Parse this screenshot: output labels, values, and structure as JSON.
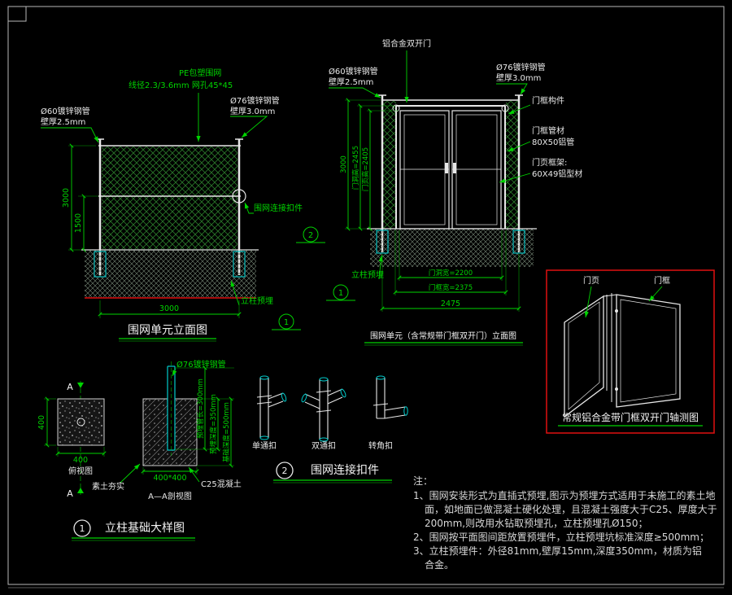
{
  "colors": {
    "background": "#000000",
    "annotation_green": "#00d400",
    "geometry_white": "#e8e8e8",
    "embed_cyan": "#00cccc",
    "accent_red": "#e01010",
    "mesh_green": "#2a7a2a"
  },
  "view_fence": {
    "title": "围网单元立面图",
    "label_pe_mesh": "PE包塑围网",
    "label_wire": "线径2.3/3.6mm  网孔45*45",
    "label_post60_l1": "Ø60镀锌钢管",
    "label_post60_l2": "壁厚2.5mm",
    "label_post76_l1": "Ø76镀锌钢管",
    "label_post76_l2": "壁厚3.0mm",
    "label_clamp": "围网连接扣件",
    "label_embed": "立柱预埋",
    "dim_height": "3000",
    "dim_mid": "1500",
    "dim_width": "3000",
    "callout_clamp": "2",
    "callout_embed": "1"
  },
  "view_door_fence": {
    "title": "围网单元（含常规带门框双开门）立面图",
    "label_door": "铝合金双开门",
    "label_post60_l1": "Ø60镀锌钢管",
    "label_post60_l2": "壁厚2.5mm",
    "label_post76_l1": "Ø76镀锌钢管",
    "label_post76_l2": "壁厚3.0mm",
    "label_frame_part": "门框构件",
    "label_frame_mat1": "门框管材",
    "label_frame_mat2": "80X50铝管",
    "label_leaf_frame1": "门页框架:",
    "label_leaf_frame2": "60X49铝型材",
    "label_embed": "立柱预埋",
    "dim_total_h": "3000",
    "dim_door_h": "门洞高=2455",
    "dim_leaf_h": "门页高=2405",
    "dim_door_w": "门洞宽=2200",
    "dim_frame_w": "门框宽=2375",
    "dim_total_w": "2475",
    "callout_embed": "1"
  },
  "view_axon": {
    "title": "常规铝合金带门框双开门轴测图",
    "label_leaf": "门页",
    "label_frame": "门框"
  },
  "view_foundation": {
    "title": "立柱基础大样图",
    "callout": "1",
    "label_pipe": "Ø76镀锌钢管",
    "plan_label": "俯视图",
    "section_label": "A—A剖视图",
    "dim_400_left": "400",
    "dim_400_bottom": "400",
    "dim_base": "400*400",
    "label_concrete": "C25混凝土",
    "label_soil": "素土夯实",
    "dim_pipe_len": "预埋管长=300mm",
    "dim_embed_depth": "预埋深度=350mm",
    "dim_base_depth": "基础深度=500mm",
    "marker_a_top": "A",
    "marker_a_bottom": "A"
  },
  "view_fittings": {
    "title": "围网连接扣件",
    "callout": "2",
    "items": [
      "单通扣",
      "双通扣",
      "转角扣"
    ]
  },
  "notes": {
    "heading": "注：",
    "lines": [
      "1、围网安装形式为直插式预埋,图示为预埋方式适用于未施工的素土地",
      "面，如地面已做混凝土硬化处理，且混凝土强度大于C25、厚度大于",
      "200mm,则改用水钻取预埋孔，立柱预埋孔Ø150；",
      "2、围网按平面图间距放置预埋件，立柱预埋坑标准深度≥500mm；",
      "3、立柱预埋件：外径81mm,壁厚15mm,深度350mm，材质为铝",
      "合金。"
    ]
  }
}
